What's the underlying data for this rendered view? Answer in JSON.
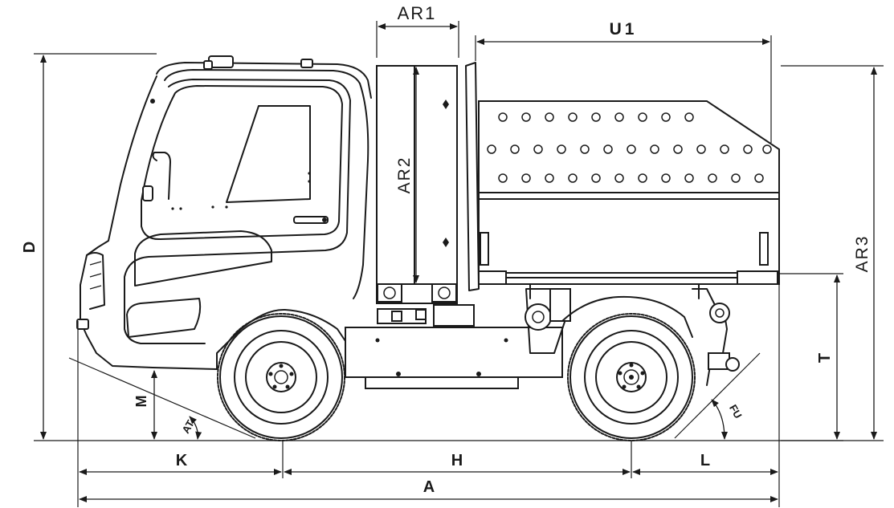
{
  "dimensions": {
    "AR1": "AR1",
    "U1": "U1",
    "AR2": "AR2",
    "AR3": "AR3",
    "D": "D",
    "T": "T",
    "M": "M",
    "AT": "AT",
    "FU": "FU",
    "K": "K",
    "H": "H",
    "L": "L",
    "A": "A"
  }
}
